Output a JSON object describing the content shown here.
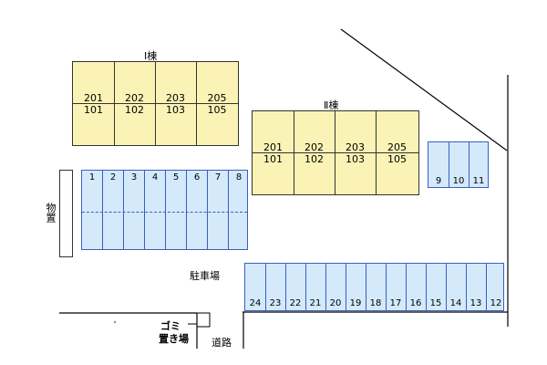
{
  "building1": {
    "name": "Ⅰ棟",
    "units_top": [
      "201",
      "202",
      "203",
      "205"
    ],
    "units_bottom": [
      "101",
      "102",
      "103",
      "105"
    ]
  },
  "building2": {
    "name": "Ⅱ棟",
    "units_top": [
      "201",
      "202",
      "203",
      "205"
    ],
    "units_bottom": [
      "101",
      "102",
      "103",
      "105"
    ]
  },
  "storage_label": "物置",
  "parking_label": "駐車場",
  "parking_left": [
    "1",
    "2",
    "3",
    "4",
    "5",
    "6",
    "7",
    "8"
  ],
  "parking_right_small": [
    "9",
    "10",
    "11"
  ],
  "parking_bottom": [
    "24",
    "23",
    "22",
    "21",
    "20",
    "19",
    "18",
    "17",
    "16",
    "15",
    "14",
    "13",
    "12"
  ],
  "garbage_label_line1": "ゴミ",
  "garbage_label_line2": "置き場",
  "road_label": "道路",
  "colors": {
    "building": "#fbf3b5",
    "parking": "#d4e9fa",
    "parking_border": "#3a5fbf"
  }
}
